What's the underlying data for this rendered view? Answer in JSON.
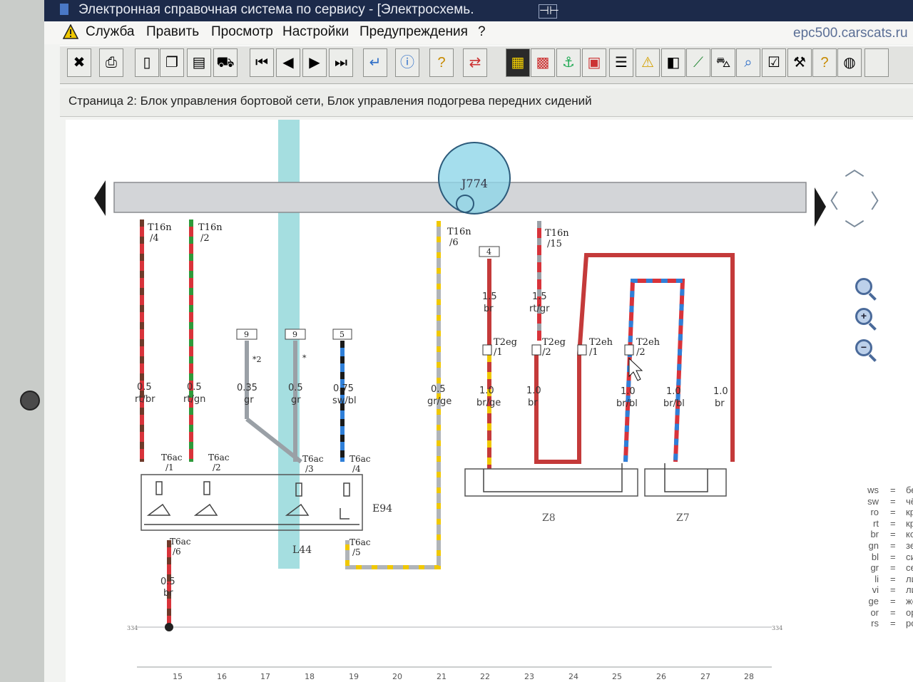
{
  "window": {
    "title": "Электронная справочная система по сервису - [Электросхемь.",
    "site": "epc500.carscats.ru"
  },
  "menu": [
    "Служба",
    "Править",
    "Просмотр",
    "Настройки",
    "Предупреждения",
    "?"
  ],
  "toolbar": {
    "buttons": [
      {
        "icon": "close-app-icon"
      },
      {
        "icon": "print-icon"
      },
      {
        "icon": "new-page-icon"
      },
      {
        "icon": "documents-icon"
      },
      {
        "icon": "clipboard-icon"
      },
      {
        "icon": "car-icon"
      },
      {
        "icon": "first-page-icon"
      },
      {
        "icon": "prev-page-icon"
      },
      {
        "icon": "next-page-icon"
      },
      {
        "icon": "last-page-icon"
      },
      {
        "icon": "return-icon"
      },
      {
        "icon": "info-icon"
      },
      {
        "icon": "help-icon"
      },
      {
        "icon": "swap-icon"
      },
      {
        "icon": "fuse-icon"
      },
      {
        "icon": "relay-icon"
      },
      {
        "icon": "ground-icon"
      },
      {
        "icon": "book-icon"
      },
      {
        "icon": "list-icon"
      },
      {
        "icon": "warning-icon"
      },
      {
        "icon": "component-icon"
      },
      {
        "icon": "wire-icon"
      },
      {
        "icon": "vehicle-icon"
      },
      {
        "icon": "search-icon"
      },
      {
        "icon": "checklist-icon"
      },
      {
        "icon": "tools-icon"
      },
      {
        "icon": "question-icon"
      },
      {
        "icon": "globe-icon"
      },
      {
        "icon": "blank-icon"
      }
    ]
  },
  "page": {
    "title": "Страница 2: Блок управления бортовой сети, Блок управления подогрева передних сидений"
  },
  "diagram": {
    "module_label": "J774",
    "connectors_top": [
      {
        "name": "T16n",
        "pin": "/4"
      },
      {
        "name": "T16n",
        "pin": "/2"
      },
      {
        "name": "T16n",
        "pin": "/6"
      },
      {
        "name": "T16n",
        "pin": "/15"
      }
    ],
    "boxes": [
      {
        "num": "9",
        "note": "*2"
      },
      {
        "num": "9",
        "note": "*"
      },
      {
        "num": "5",
        "note": ""
      },
      {
        "num": "4",
        "note": ""
      }
    ],
    "wires": [
      {
        "size": "0.5",
        "color": "rt/br"
      },
      {
        "size": "0.5",
        "color": "rt/gn"
      },
      {
        "size": "0.35",
        "color": "gr"
      },
      {
        "size": "0.5",
        "color": "gr"
      },
      {
        "size": "0.75",
        "color": "sw/bl"
      },
      {
        "size": "0.5",
        "color": "gr/ge"
      },
      {
        "size": "1.5",
        "color": "br"
      },
      {
        "size": "1.5",
        "color": "rt/gr"
      },
      {
        "size": "1.0",
        "color": "br/ge"
      },
      {
        "size": "1.0",
        "color": "br"
      },
      {
        "size": "1.0",
        "color": "br/bl"
      },
      {
        "size": "1.0",
        "color": "br/bl"
      },
      {
        "size": "1.0",
        "color": "br"
      },
      {
        "size": "0.5",
        "color": "br"
      }
    ],
    "mid_connectors": [
      {
        "name": "T2eg",
        "pin": "/1"
      },
      {
        "name": "T2eg",
        "pin": "/2"
      },
      {
        "name": "T2eh",
        "pin": "/1"
      },
      {
        "name": "T2eh",
        "pin": "/2"
      }
    ],
    "t6ac_top": [
      "T6ac",
      "/1",
      "/2",
      "/3",
      "/4"
    ],
    "t6ac_bottom": [
      {
        "name": "T6ac",
        "pin": "/6"
      },
      {
        "name": "T6ac",
        "pin": "/5"
      }
    ],
    "components": [
      "E94",
      "L44",
      "Z8",
      "Z7"
    ],
    "ground_left": "334",
    "ground_right": "334",
    "track_numbers": [
      "15",
      "16",
      "17",
      "18",
      "19",
      "20",
      "21",
      "22",
      "23",
      "24",
      "25",
      "26",
      "27",
      "28"
    ]
  },
  "legend": [
    {
      "code": "ws",
      "name": "белый"
    },
    {
      "code": "sw",
      "name": "чёрный"
    },
    {
      "code": "ro",
      "name": "красный"
    },
    {
      "code": "rt",
      "name": "красный"
    },
    {
      "code": "br",
      "name": "коричневый"
    },
    {
      "code": "gn",
      "name": "зелёный"
    },
    {
      "code": "bl",
      "name": "синий"
    },
    {
      "code": "gr",
      "name": "серый"
    },
    {
      "code": "li",
      "name": "лиловый"
    },
    {
      "code": "vi",
      "name": "лиловый"
    },
    {
      "code": "ge",
      "name": "жёлтый"
    },
    {
      "code": "or",
      "name": "оранжевый"
    },
    {
      "code": "rs",
      "name": "розовый"
    }
  ],
  "legend_eq": "=",
  "colors": {
    "red": "#d8333a",
    "green": "#2e9a3a",
    "grey": "#9aa0a6",
    "blue": "#2f7fd8",
    "yellow": "#f0c800",
    "black": "#1a1a1a",
    "brown": "#c43a3a",
    "highlight": "#8fd6d8"
  }
}
